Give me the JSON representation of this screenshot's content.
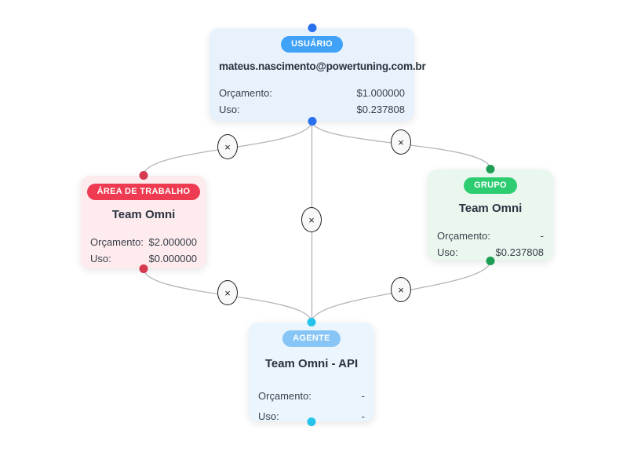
{
  "diagram": {
    "nodes": {
      "usuario": {
        "badge": "USUÁRIO",
        "title": "mateus.nascimento@powertuning.com.br",
        "budget_label": "Orçamento:",
        "budget_value": "$1.000000",
        "usage_label": "Uso:",
        "usage_value": "$0.237808"
      },
      "area_de_trabalho": {
        "badge": "ÁREA DE TRABALHO",
        "title": "Team Omni",
        "budget_label": "Orçamento:",
        "budget_value": "$2.000000",
        "usage_label": "Uso:",
        "usage_value": "$0.000000"
      },
      "grupo": {
        "badge": "GRUPO",
        "title": "Team Omni",
        "budget_label": "Orçamento:",
        "budget_value": "-",
        "usage_label": "Uso:",
        "usage_value": "$0.237808"
      },
      "agente": {
        "badge": "AGENTE",
        "title": "Team Omni - API",
        "budget_label": "Orçamento:",
        "budget_value": "-",
        "usage_label": "Uso:",
        "usage_value": "-"
      }
    },
    "edge_delete_label": "×",
    "colors": {
      "user_badge": "#3fa2f7",
      "user_bg": "#e8f2fd",
      "user_handle": "#2970f1",
      "workspace_badge": "#ee3b52",
      "workspace_bg": "#fdebee",
      "workspace_handle": "#d53a50",
      "group_badge": "#2ecc71",
      "group_bg": "#e9f7ef",
      "group_handle": "#1e9e55",
      "agent_badge": "#86c5f6",
      "agent_bg": "#eaf5fe",
      "agent_handle": "#25c3ea",
      "edge_stroke": "#b4b4ba"
    }
  }
}
